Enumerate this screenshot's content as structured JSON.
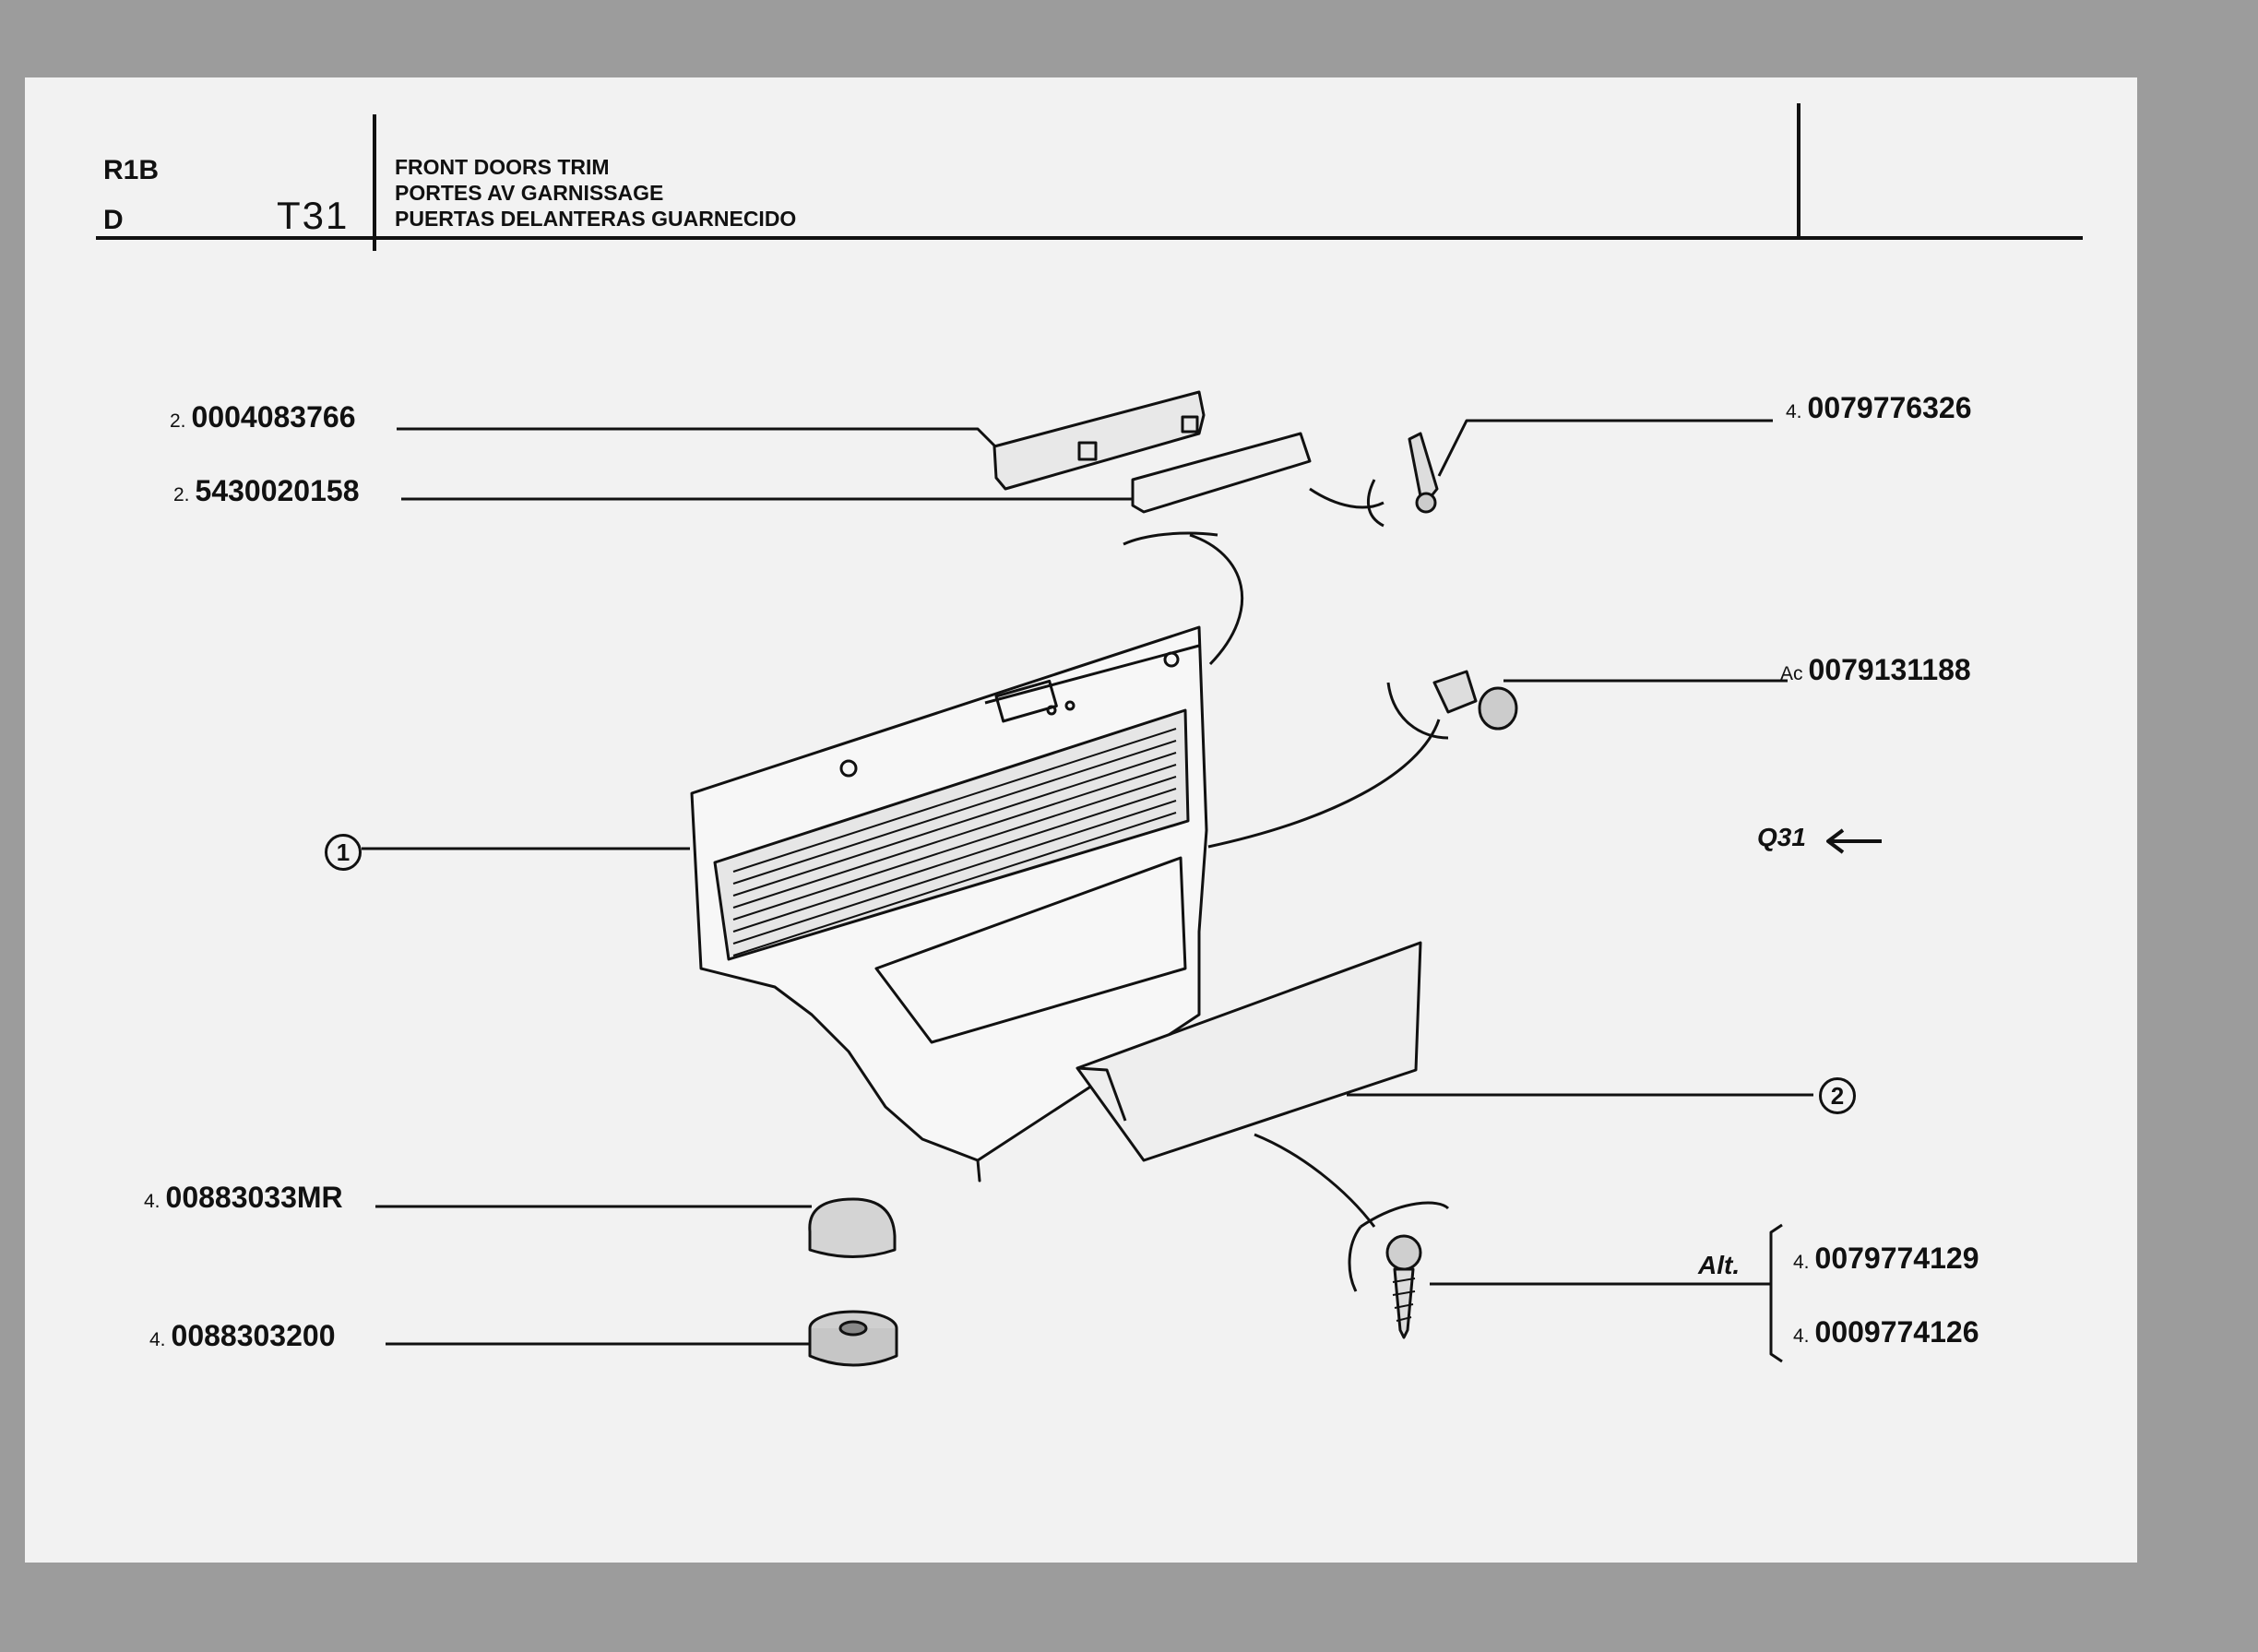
{
  "header": {
    "code_line1": "R1B",
    "code_line2": "D",
    "plate": "T31",
    "title_en": "FRONT DOORS TRIM",
    "title_fr": "PORTES AV GARNISSAGE",
    "title_es": "PUERTAS DELANTERAS GUARNECIDO"
  },
  "parts": [
    {
      "qty": "2.",
      "number": "0004083766"
    },
    {
      "qty": "2.",
      "number": "5430020158"
    },
    {
      "qty": "4.",
      "number": "0079776326"
    },
    {
      "qty": "Ac",
      "number": "0079131188"
    },
    {
      "qty": "4.",
      "number": "00883033MR"
    },
    {
      "qty": "4.",
      "number": "0088303200"
    },
    {
      "qty": "4.",
      "number": "0079774129"
    },
    {
      "qty": "4.",
      "number": "0009774126"
    }
  ],
  "callouts": [
    "1",
    "2"
  ],
  "reference": "Q31",
  "alternative_label": "Alt."
}
